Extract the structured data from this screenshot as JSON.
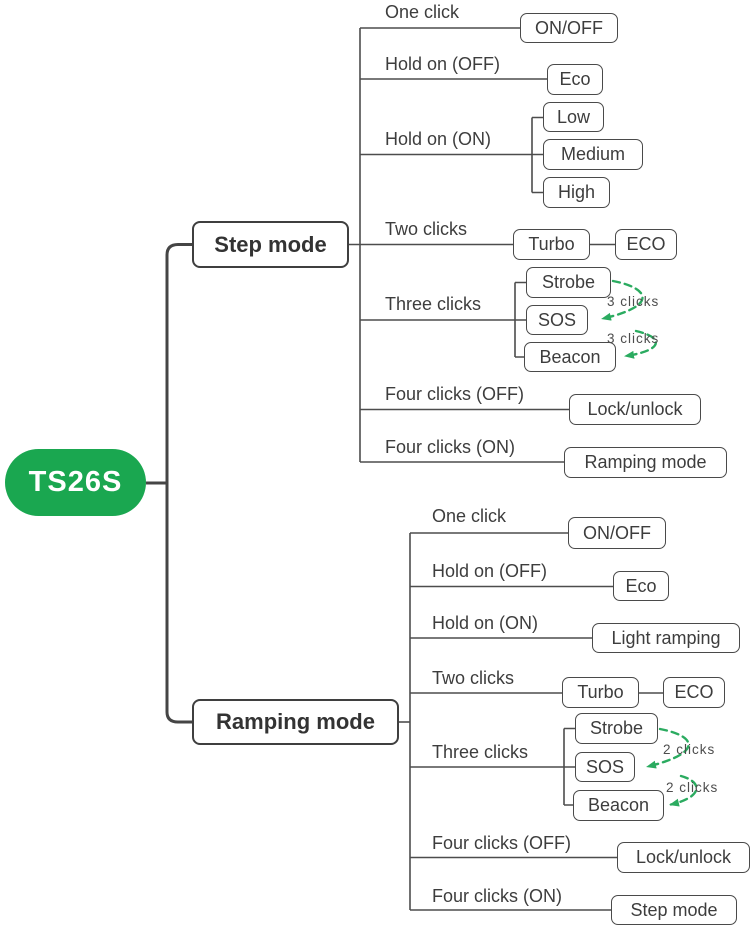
{
  "root": {
    "label": "TS26S"
  },
  "colors": {
    "node_green": "#1aa750",
    "arrow_green": "#2bab60",
    "line": "#4d4d4d",
    "line_dark": "#454545",
    "text": "#3d3d3d"
  },
  "sections": {
    "step": {
      "title": "Step mode",
      "branch_labels": [
        "One click",
        "Hold on (OFF)",
        "Hold on (ON)",
        "Two clicks",
        "Three clicks",
        "Four clicks (OFF)",
        "Four clicks (ON)"
      ],
      "boxes": {
        "on_off": "ON/OFF",
        "eco": "Eco",
        "low": "Low",
        "medium": "Medium",
        "high": "High",
        "turbo": "Turbo",
        "eco2": "ECO",
        "strobe": "Strobe",
        "sos": "SOS",
        "beacon": "Beacon",
        "lock": "Lock/unlock",
        "switch": "Ramping mode"
      },
      "annotations": [
        "3 clicks",
        "3 clicks"
      ]
    },
    "ramping": {
      "title": "Ramping mode",
      "branch_labels": [
        "One click",
        "Hold on (OFF)",
        "Hold on (ON)",
        "Two clicks",
        "Three clicks",
        "Four clicks (OFF)",
        "Four clicks (ON)"
      ],
      "boxes": {
        "on_off": "ON/OFF",
        "eco": "Eco",
        "light_ramping": "Light ramping",
        "turbo": "Turbo",
        "eco2": "ECO",
        "strobe": "Strobe",
        "sos": "SOS",
        "beacon": "Beacon",
        "lock": "Lock/unlock",
        "switch": "Step mode"
      },
      "annotations": [
        "2 clicks",
        "2 clicks"
      ]
    }
  }
}
